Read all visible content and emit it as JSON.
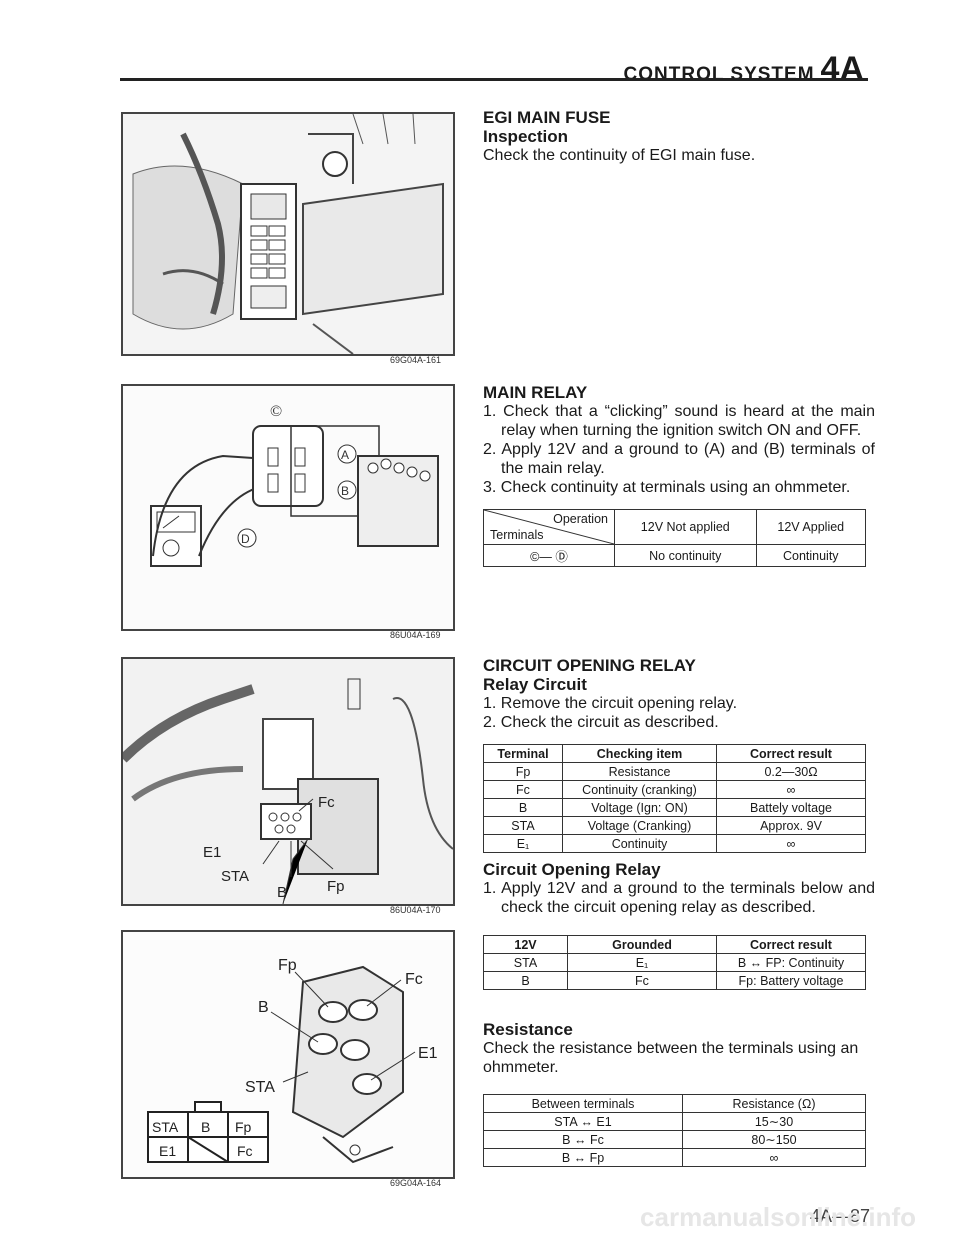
{
  "header": {
    "title": "CONTROL SYSTEM",
    "chapter": "4A"
  },
  "figures": [
    {
      "code": "69G04A-161"
    },
    {
      "code": "86U04A-169",
      "labels": [
        "C",
        "A",
        "B",
        "D"
      ]
    },
    {
      "code": "86U04A-170",
      "labels": [
        "Fc",
        "E1",
        "STA",
        "B",
        "Fp"
      ]
    },
    {
      "code": "69G04A-164",
      "labels": [
        "Fp",
        "Fc",
        "B",
        "E1",
        "STA"
      ],
      "connector": [
        "STA",
        "B",
        "Fp",
        "E1",
        "Fc"
      ]
    }
  ],
  "egi": {
    "title": "EGI MAIN FUSE",
    "subtitle": "Inspection",
    "text": "Check the continuity of EGI main fuse."
  },
  "main_relay": {
    "title": "MAIN RELAY",
    "steps": [
      "1. Check that a “clicking” sound is heard at the main relay when turning the ignition switch ON and OFF.",
      "2. Apply 12V and a ground to (A) and (B) terminals of the main relay.",
      "3. Check continuity at terminals using an ohmmeter."
    ],
    "table": {
      "corner_top": "Operation",
      "corner_bottom": "Terminals",
      "cols": [
        "12V Not applied",
        "12V Applied"
      ],
      "row_label": "©— Ⓓ",
      "row": [
        "No continuity",
        "Continuity"
      ]
    }
  },
  "cor": {
    "title": "CIRCUIT OPENING RELAY",
    "subtitle": "Relay Circuit",
    "steps": [
      "1. Remove the circuit opening relay.",
      "2. Check the circuit as described."
    ],
    "table1": {
      "headers": [
        "Terminal",
        "Checking item",
        "Correct result"
      ],
      "rows": [
        [
          "Fp",
          "Resistance",
          "0.2—30Ω"
        ],
        [
          "Fc",
          "Continuity (cranking)",
          "∞"
        ],
        [
          "B",
          "Voltage (Ign: ON)",
          "Battely voltage"
        ],
        [
          "STA",
          "Voltage (Cranking)",
          "Approx. 9V"
        ],
        [
          "E₁",
          "Continuity",
          "∞"
        ]
      ]
    },
    "subtitle2": "Circuit Opening Relay",
    "step2": "1. Apply 12V and a ground to the terminals below and check the circuit opening relay as described.",
    "table2": {
      "headers": [
        "12V",
        "Grounded",
        "Correct result"
      ],
      "rows": [
        [
          "STA",
          "E₁",
          "B ↔ FP: Continuity"
        ],
        [
          "B",
          "Fc",
          "Fp: Battery voltage"
        ]
      ]
    },
    "subtitle3": "Resistance",
    "text3": "Check the resistance between the terminals using an ohmmeter.",
    "table3": {
      "headers": [
        "Between terminals",
        "Resistance (Ω)"
      ],
      "rows": [
        [
          "STA ↔ E1",
          "15∼30"
        ],
        [
          "B ↔ Fc",
          "80∼150"
        ],
        [
          "B ↔ Fp",
          "∞"
        ]
      ]
    }
  },
  "page_number": "4A—87",
  "watermark": "carmanualsonline.info"
}
